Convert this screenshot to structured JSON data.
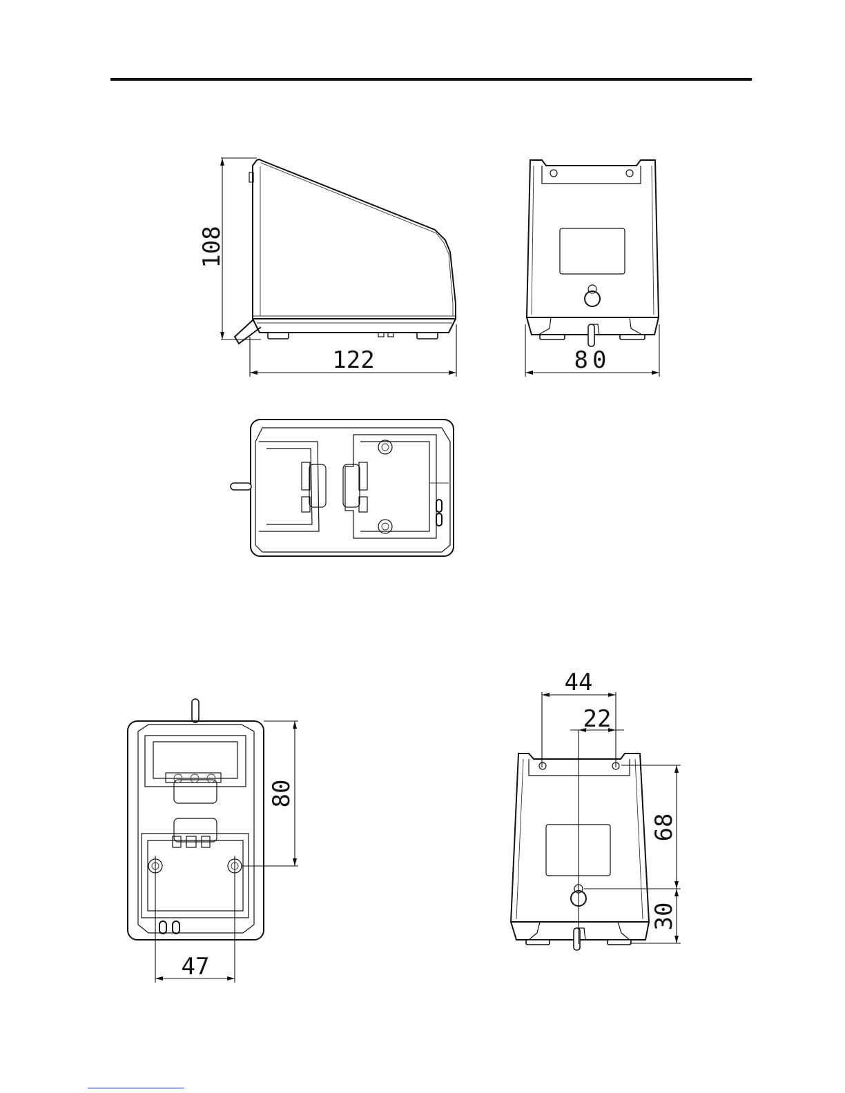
{
  "colors": {
    "line": "#111111",
    "background": "#ffffff"
  },
  "views": {
    "side": {
      "height_dim": "108",
      "width_dim": "122"
    },
    "front": {
      "width_dim": "80"
    },
    "top": {},
    "bottom": {
      "depth_dim": "80",
      "span_dim": "47"
    },
    "rear": {
      "hole_span_dim": "44",
      "offset_dim": "22",
      "height_upper_dim": "68",
      "height_lower_dim": "30"
    }
  }
}
